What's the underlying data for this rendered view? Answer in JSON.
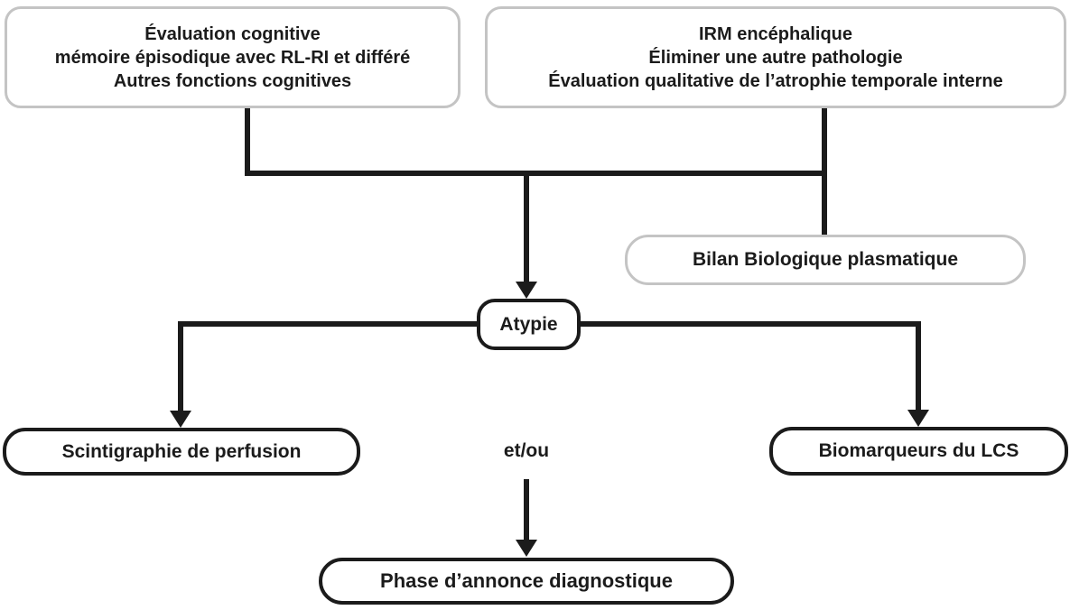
{
  "colors": {
    "background": "#ffffff",
    "line": "#1b1b1b",
    "text": "#1b1b1b",
    "gray_border": "#c4c4c4",
    "black_border": "#1b1b1b"
  },
  "nodes": {
    "evaluation_cognitive": {
      "lines": [
        "Évaluation cognitive",
        "mémoire épisodique avec RL-RI et différé",
        "Autres fonctions cognitives"
      ]
    },
    "irm_encephalique": {
      "lines": [
        "IRM encéphalique",
        "Éliminer une autre pathologie",
        "Évaluation qualitative de l’atrophie temporale interne"
      ]
    },
    "bilan_biologique": {
      "label": "Bilan Biologique plasmatique"
    },
    "atypie": {
      "label": "Atypie"
    },
    "scintigraphie": {
      "label": "Scintigraphie de perfusion"
    },
    "et_ou": {
      "label": "et/ou"
    },
    "biomarqueurs": {
      "label": "Biomarqueurs du LCS"
    },
    "phase_annonce": {
      "label": "Phase d’annonce diagnostique"
    }
  }
}
